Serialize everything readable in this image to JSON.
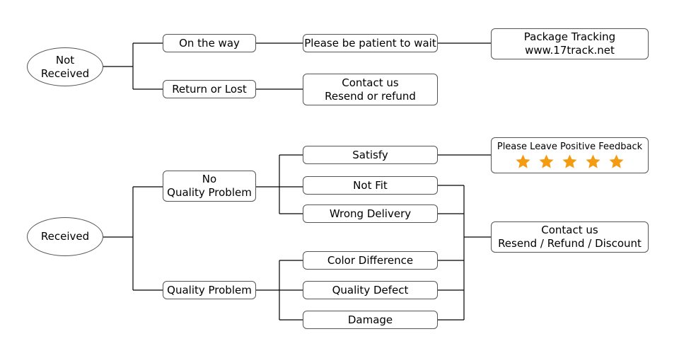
{
  "not_received": {
    "root": [
      "Not",
      "Received"
    ],
    "on_the_way": "On the way",
    "return_or_lost": "Return or Lost",
    "patient_wait": "Please be patient to wait",
    "tracking": [
      "Package Tracking",
      "www.17track.net"
    ],
    "contact": [
      "Contact us",
      "Resend or refund"
    ]
  },
  "received": {
    "root": "Received",
    "no_quality_problem": [
      "No",
      "Quality Problem"
    ],
    "quality_problem": "Quality Problem",
    "satisfy": "Satisfy",
    "not_fit": "Not Fit",
    "wrong_delivery": "Wrong Delivery",
    "color_difference": "Color Difference",
    "quality_defect": "Quality Defect",
    "damage": "Damage",
    "feedback": {
      "text": "Please Leave Positive Feedback",
      "stars": 5,
      "star_color": "#f39c12"
    },
    "contact": [
      "Contact us",
      "Resend / Refund / Discount"
    ]
  }
}
